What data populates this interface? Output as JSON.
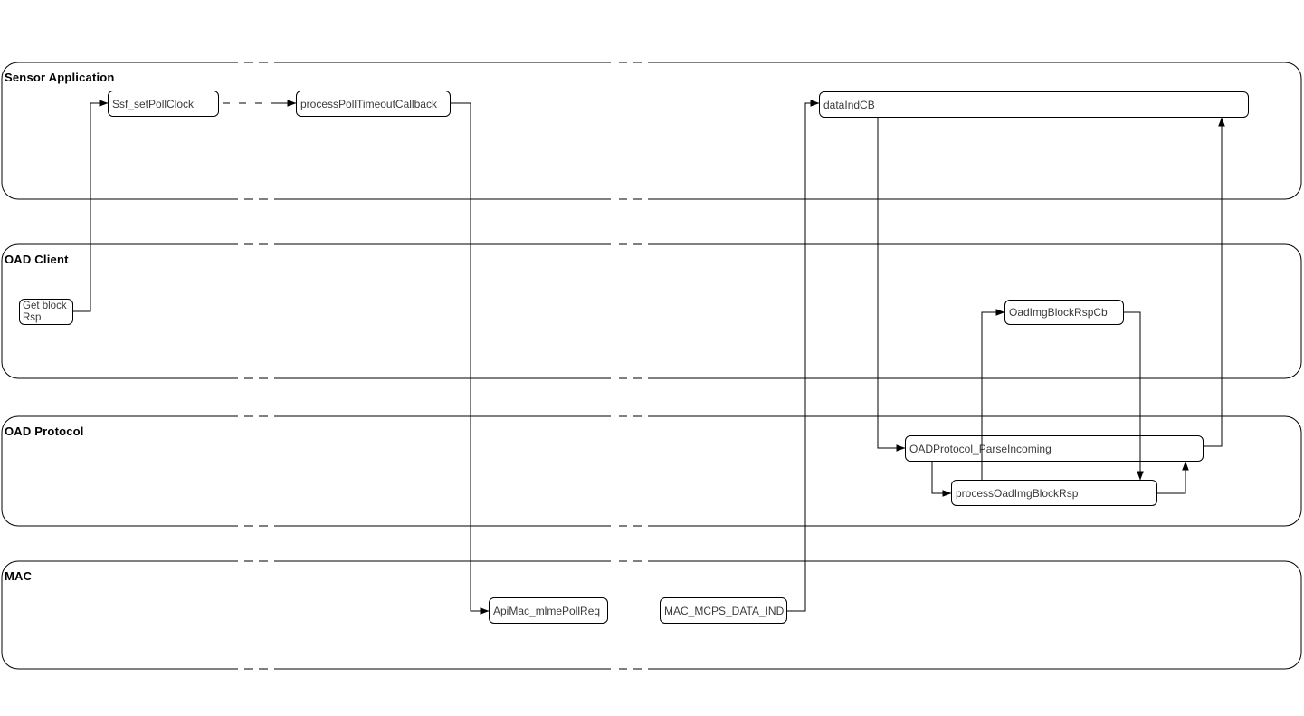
{
  "diagram": {
    "lanes": [
      {
        "label": "Sensor Application"
      },
      {
        "label": "OAD Client"
      },
      {
        "label": "OAD Protocol"
      },
      {
        "label": "MAC"
      }
    ],
    "nodes": [
      {
        "label": "Ssf_setPollClock",
        "lane": "Sensor Application"
      },
      {
        "label": "processPollTimeoutCallback",
        "lane": "Sensor Application"
      },
      {
        "label": "dataIndCB",
        "lane": "Sensor Application"
      },
      {
        "label": "Get block\nRsp",
        "lane": "OAD Client"
      },
      {
        "label": "OadImgBlockRspCb",
        "lane": "OAD Client"
      },
      {
        "label": "OADProtocol_ParseIncoming",
        "lane": "OAD Protocol"
      },
      {
        "label": "processOadImgBlockRsp",
        "lane": "OAD Protocol"
      },
      {
        "label": "ApiMac_mlmePollReq",
        "lane": "MAC"
      },
      {
        "label": "MAC_MCPS_DATA_IND",
        "lane": "MAC"
      }
    ],
    "connections": [
      {
        "from": "Get block Rsp",
        "to": "Ssf_setPollClock",
        "style": "solid"
      },
      {
        "from": "Ssf_setPollClock",
        "to": "processPollTimeoutCallback",
        "style": "dashed"
      },
      {
        "from": "processPollTimeoutCallback",
        "to": "ApiMac_mlmePollReq",
        "style": "solid"
      },
      {
        "from": "MAC_MCPS_DATA_IND",
        "to": "dataIndCB",
        "style": "solid"
      },
      {
        "from": "dataIndCB",
        "to": "OADProtocol_ParseIncoming",
        "style": "solid"
      },
      {
        "from": "OADProtocol_ParseIncoming",
        "to": "processOadImgBlockRsp",
        "style": "solid"
      },
      {
        "from": "processOadImgBlockRsp",
        "to": "OadImgBlockRspCb",
        "style": "solid"
      },
      {
        "from": "OadImgBlockRspCb",
        "to": "processOadImgBlockRsp",
        "style": "solid"
      },
      {
        "from": "processOadImgBlockRsp",
        "to": "OADProtocol_ParseIncoming",
        "style": "solid"
      },
      {
        "from": "OADProtocol_ParseIncoming",
        "to": "dataIndCB",
        "style": "solid"
      }
    ],
    "colors": {
      "stroke": "#000000",
      "node_text": "#3b3b3b",
      "lane_label": "#000000",
      "background": "#ffffff"
    }
  }
}
